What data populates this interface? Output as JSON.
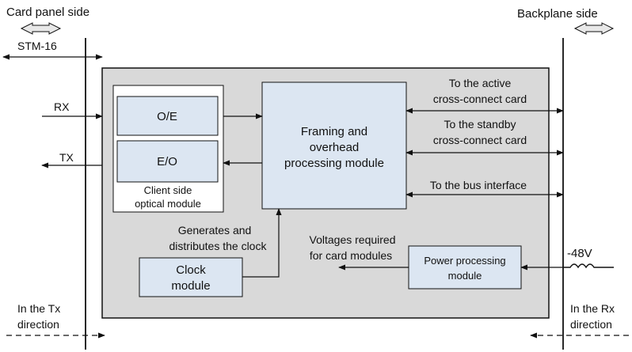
{
  "labels": {
    "card_panel_side": "Card panel side",
    "backplane_side": "Backplane side",
    "stm16": "STM-16",
    "rx": "RX",
    "tx": "TX",
    "oe": "O/E",
    "eo": "E/O",
    "client_optical_line1": "Client side",
    "client_optical_line2": "optical module",
    "framing_line1": "Framing and",
    "framing_line2": "overhead",
    "framing_line3": "processing module",
    "to_active_line1": "To the active",
    "to_active_line2": "cross-connect card",
    "to_standby_line1": "To the standby",
    "to_standby_line2": "cross-connect card",
    "to_bus": "To the bus interface",
    "clock_gen_line1": "Generates and",
    "clock_gen_line2": "distributes the clock",
    "clock_line1": "Clock",
    "clock_line2": "module",
    "voltages_line1": "Voltages required",
    "voltages_line2": "for card modules",
    "power_line1": "Power processing",
    "power_line2": "module",
    "minus48v": "-48V",
    "tx_direction_line1": "In the Tx",
    "tx_direction_line2": "direction",
    "rx_direction_line1": "In the Rx",
    "rx_direction_line2": "direction"
  },
  "colors": {
    "card_fill": "#d9d9d9",
    "module_fill": "#dce6f2",
    "line": "#111111",
    "background": "#ffffff"
  }
}
